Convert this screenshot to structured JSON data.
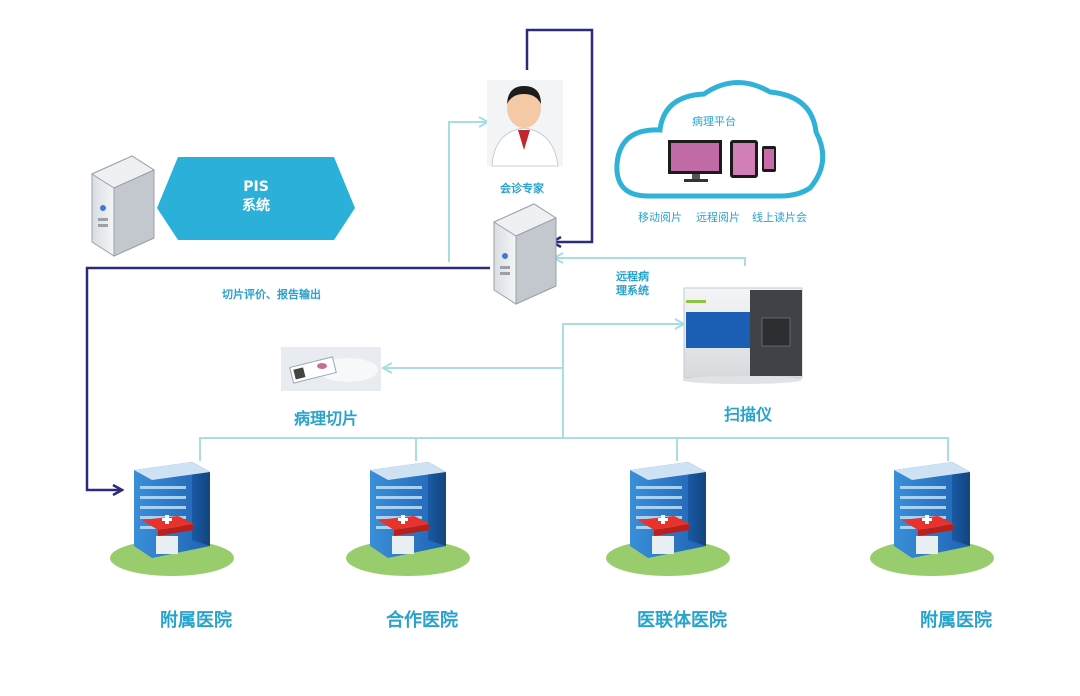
{
  "pis": {
    "line1": "PIS",
    "line2": "系统"
  },
  "expert": {
    "label": "会诊专家"
  },
  "cloud": {
    "title": "病理平台",
    "features": [
      "移动阅片",
      "远程阅片",
      "线上读片会"
    ]
  },
  "flows": {
    "slide_eval": "切片评价、报告输出",
    "remote_line1": "远程病",
    "remote_line2": "理系统"
  },
  "slide": {
    "label": "病理切片"
  },
  "scanner": {
    "label": "扫描仪"
  },
  "hospitals": [
    {
      "label": "附属医院"
    },
    {
      "label": "合作医院"
    },
    {
      "label": "医联体医院"
    },
    {
      "label": "附属医院"
    }
  ],
  "colors": {
    "accent": "#2aa3cc",
    "hex_fill": "#2bb0da",
    "dark_line": "#2c2a7a",
    "light_line": "#a8dde3"
  }
}
